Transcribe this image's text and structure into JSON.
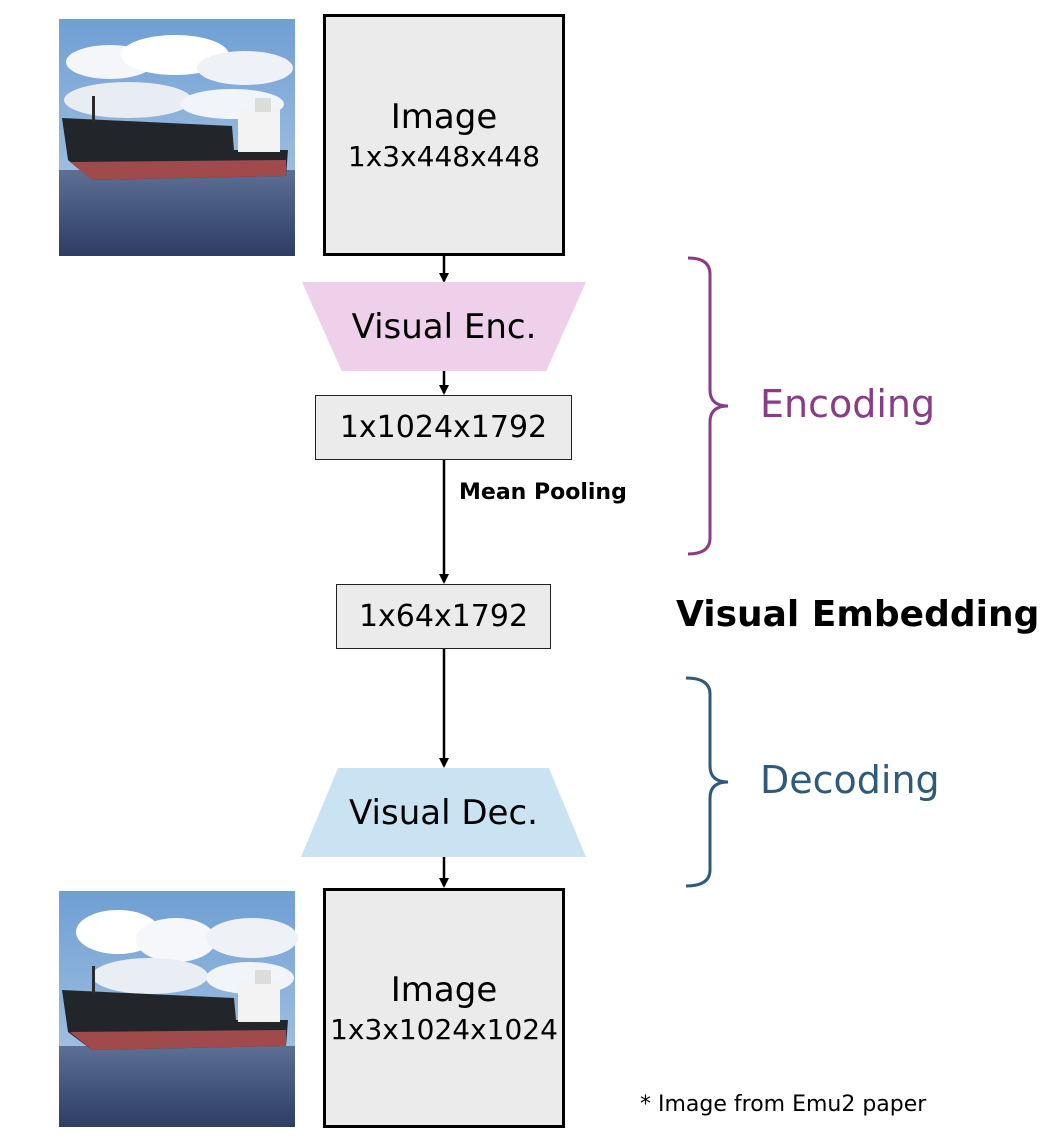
{
  "input_image": {
    "title": "Image",
    "shape": "1x3x448x448"
  },
  "encoder": {
    "label": "Visual Enc."
  },
  "encoded_tensor": {
    "shape": "1x1024x1792"
  },
  "pooling": {
    "label": "Mean Pooling"
  },
  "embedding_tensor": {
    "shape": "1x64x1792"
  },
  "embedding_label": "Visual Embedding",
  "decoder": {
    "label": "Visual Dec."
  },
  "output_image": {
    "title": "Image",
    "shape": "1x3x1024x1024"
  },
  "encoding_label": "Encoding",
  "decoding_label": "Decoding",
  "footnote": "* Image from Emu2 paper",
  "colors": {
    "encoding": "#8a3d87",
    "decoding": "#2e5b7c",
    "encoder_fill": "#efd0ea",
    "decoder_fill": "#c9e3f2",
    "box_fill": "#ebebeb"
  }
}
